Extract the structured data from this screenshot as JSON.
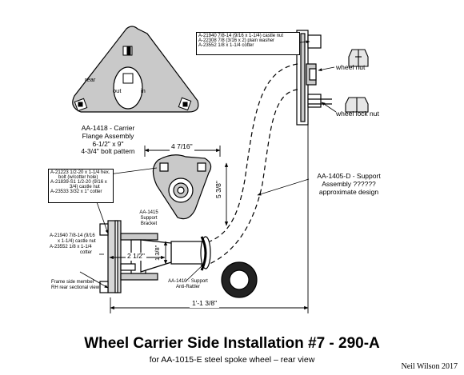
{
  "plate_labels": {
    "rear": "rear",
    "out": "out",
    "in": "in"
  },
  "flange": {
    "name": "AA-1418 - Carrier",
    "line2": "Flange Assembly",
    "line3": "6-1/2\" x 9\"",
    "line4": "4-3/4\" bolt pattern"
  },
  "hub_parts": [
    "A-21940 7/8-14 (9/16 x 1-1/4) castle nut",
    "A-22308 7/8 (3/16 x 2) plain washer",
    "A-23552 1/8 x 1-1/4 cotter"
  ],
  "wheel_nut_label": "wheel nut",
  "wheel_lock_nut_label": "wheel lock nut",
  "dim_width": "4 7/16\"",
  "dim_height": "5 3/8\"",
  "dim_short": "1 3/8\"",
  "dim_half": "2 1/2\"",
  "dim_overall": "1'-1 3/8\"",
  "support": {
    "line1": "AA-1405-D - Support",
    "line2": "Assembly ??????",
    "line3": "approximate design"
  },
  "bolt_parts": [
    "A-21223 1/2-20 x 1-1/4 hex.",
    "bolt (w/cotter hole)",
    "A-21839-S1 1/2-20 (9/16 x",
    "3/4) castle nut",
    "A-23533 3/32 x 1\" cotter"
  ],
  "bracket": {
    "line1": "AA-1415",
    "line2": "Support",
    "line3": "Bracket"
  },
  "frame_parts": [
    "A-21940 7/8-14 (9/16",
    "x 1-1/4) castle nut",
    "A-23552 1/8 x 1-1/4",
    "cotter"
  ],
  "frame_member": {
    "line1": "Frame side member",
    "line2": "RH rear sectional view"
  },
  "rattler": {
    "line1": "AA-1410 - Support",
    "line2": "Anti-Rattler"
  },
  "title": "Wheel Carrier Side Installation #7  - 290-A",
  "subtitle": "for AA-1015-E steel spoke wheel – rear view",
  "credit": "Neil Wilson 2017"
}
